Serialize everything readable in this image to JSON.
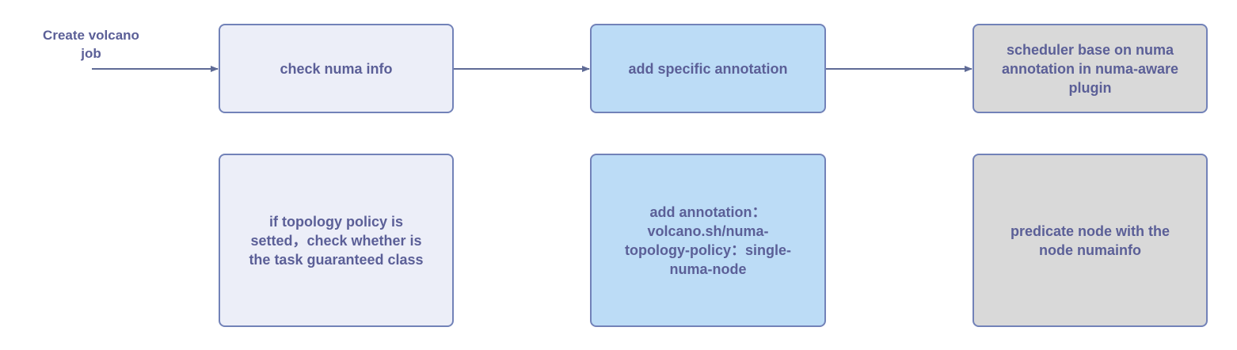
{
  "start_label": "Create volcano job",
  "top_row": {
    "check_numa": "check numa info",
    "add_annotation": "add specific annotation",
    "scheduler": "scheduler base on numa annotation in numa-aware plugin"
  },
  "bottom_row": {
    "topology_check": "if topology policy is setted，check whether is the task guaranteed class",
    "annotation_detail": "add annotation：volcano.sh/numa-topology-policy：single-numa-node",
    "predicate": "predicate node with the node numainfo"
  },
  "colors": {
    "text": "#5b5f97",
    "border": "#7282b8",
    "arrow": "#5f6b96",
    "light_fill": "#eceef8",
    "blue_fill": "#bcdcf6",
    "gray_fill": "#d9d9d9"
  }
}
